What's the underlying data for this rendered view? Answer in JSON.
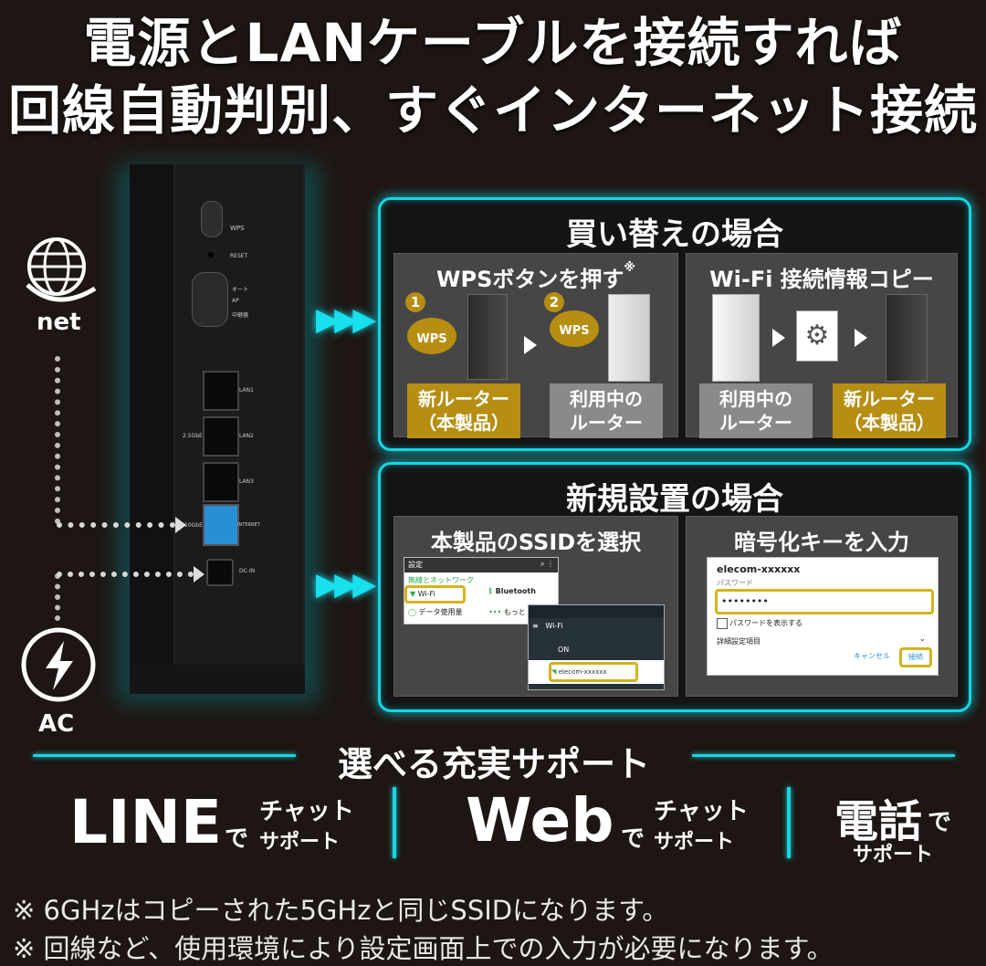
{
  "headline": {
    "line1": "電源とLANケーブルを接続すれば",
    "line2": "回線自動判別、すぐインターネット接続"
  },
  "router_ports": {
    "wps": "WPS",
    "reset": "RESET",
    "mode_auto": "オート",
    "mode_ap": "AP",
    "mode_relay": "中継器",
    "lan1": "LAN1",
    "lan2": "LAN2",
    "lan3": "LAN3",
    "speed": "2.5GbE",
    "internet": "INTERNET",
    "internet_speed": "10GbE",
    "dcin": "DC-IN"
  },
  "sources": {
    "net_label": "net",
    "ac_label": "AC"
  },
  "replacement": {
    "title": "買い替えの場合",
    "wps_head": "WPSボタンを押す",
    "wps_note": "※",
    "step1": "1",
    "step2": "2",
    "wps_chip": "WPS",
    "new_router": [
      "新ルーター",
      "（本製品）"
    ],
    "current_router": [
      "利用中の",
      "ルーター"
    ],
    "copy_head": "Wi-Fi 接続情報コピー"
  },
  "new_setup": {
    "title": "新規設置の場合",
    "ssid_head": "本製品のSSIDを選択",
    "key_head": "暗号化キーを入力",
    "settings_title": "設定",
    "wireless_network": "無線とネットワーク",
    "wifi": "Wi-Fi",
    "bluetooth": "Bluetooth",
    "data_usage": "データ使用量",
    "more": "もっと",
    "wifi_screen_title": "Wi-Fi",
    "on": "ON",
    "ssid": "elecom-xxxxxx",
    "dialog_ssid": "elecom-xxxxxx",
    "password_label": "パスワード",
    "password_value": "••••••••",
    "show_password": "パスワードを表示する",
    "advanced": "詳細設定項目",
    "cancel": "キャンセル",
    "connect": "接続"
  },
  "support": {
    "title": "選べる充実サポート",
    "line_big": "LINE",
    "de1": "で",
    "line_chat": "チャット",
    "line_support": "サポート",
    "web_big": "Web",
    "de2": "で",
    "web_chat": "チャット",
    "web_support": "サポート",
    "phone_big": "電話",
    "de3": "で",
    "phone_support": "サポート"
  },
  "notes": [
    "※ 6GHzはコピーされた5GHzと同じSSIDになります。",
    "※ 回線など、使用環境により設定画面上での入力が必要になります。"
  ],
  "colors": {
    "accent_teal": "#17d6e4",
    "gold": "#b68e12",
    "background": "#1e1612",
    "wifi_green": "#27a84a",
    "lan_blue": "#2a8ed6"
  }
}
